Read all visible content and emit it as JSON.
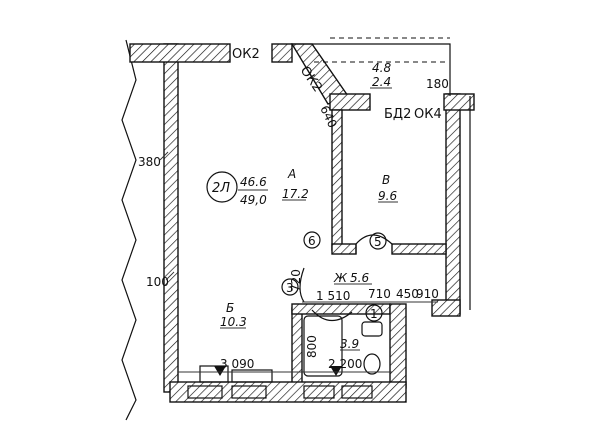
{
  "plan": {
    "apartment": {
      "code": "2Л",
      "area_living": "46.6",
      "area_total": "49,0"
    },
    "rooms": [
      {
        "id": "room-a",
        "letter": "А",
        "area": "17.2"
      },
      {
        "id": "room-v",
        "letter": "В",
        "area": "9.6"
      },
      {
        "id": "room-b",
        "letter": "Б",
        "area": "10.3"
      },
      {
        "id": "room-zh",
        "letter": "Ж",
        "area": "5.6"
      },
      {
        "id": "room-bath",
        "letter": "",
        "area": "3.9"
      },
      {
        "id": "balcony",
        "letter": "",
        "area_top": "4.8",
        "area_bottom": "2.4"
      }
    ],
    "window_labels": [
      "ОК2",
      "ОК2",
      "БД2",
      "ОК4"
    ],
    "dimensions": [
      "380",
      "100",
      "180",
      "3 090",
      "2 200",
      "1 510",
      "710",
      "450",
      "910",
      "800",
      "720",
      "640"
    ],
    "markers": [
      "6",
      "5",
      "3",
      "1"
    ]
  }
}
